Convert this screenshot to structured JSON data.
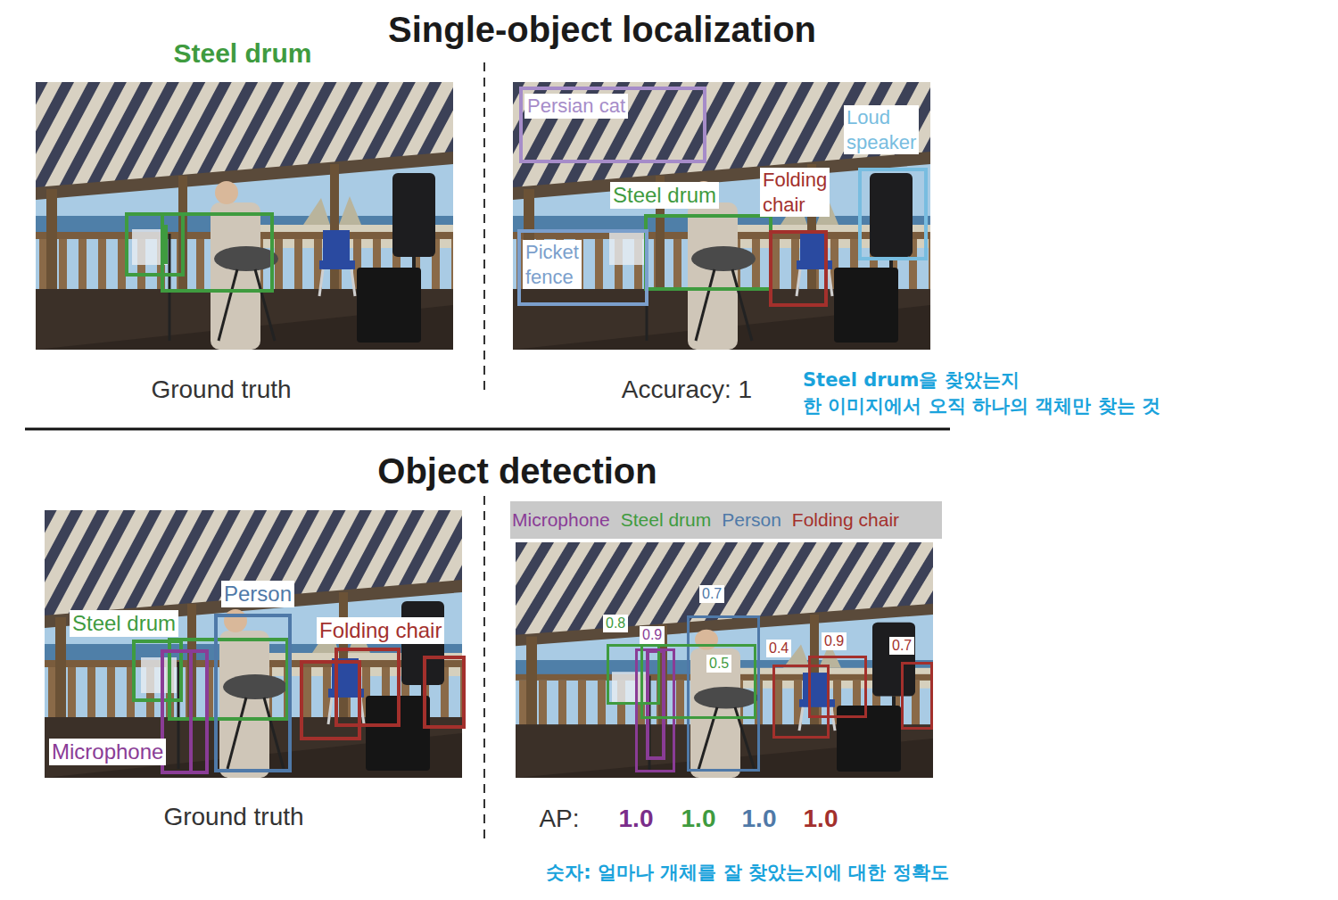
{
  "diagram": {
    "title": "Single-object localization",
    "nodes": [
      {
        "text": [
          "Persian cat"
        ]
      },
      {
        "text": [
          "Loud speaker"
        ]
      },
      {
        "text": [
          "Steel drum"
        ]
      },
      {
        "text": [
          "Folding chair"
        ]
      },
      {
        "text": [
          "Picket fence"
        ]
      },
      {
        "text": [
          "Person"
        ]
      },
      {
        "text": [
          "Steel drum"
        ]
      },
      {
        "text": [
          "Folding chair"
        ]
      },
      {
        "text": [
          "Microphone"
        ]
      },
      {
        "text": [
          "0.7"
        ]
      },
      {
        "text": [
          "0.8"
        ]
      },
      {
        "text": [
          "0.9"
        ]
      },
      {
        "text": [
          "0.9"
        ]
      },
      {
        "text": [
          "0.7"
        ]
      },
      {
        "text": [
          "0.4"
        ]
      },
      {
        "text": [
          "0.5"
        ]
      }
    ],
    "labels": [
      "Steel drum",
      "Ground truth",
      "Accuracy: 1",
      "Steel drum을 찾았는지",
      "한 이미지에서 오직 하나의 객체만 찾는 것",
      "Object detection",
      "Microphone",
      "Steel drum",
      "Person",
      "Folding chair",
      "Ground truth",
      "AP:",
      "1.0",
      "1.0",
      "1.0",
      "1.0",
      "숫자: 얼마나 개체를 잘 찾았는지에 대한 정확도"
    ]
  }
}
